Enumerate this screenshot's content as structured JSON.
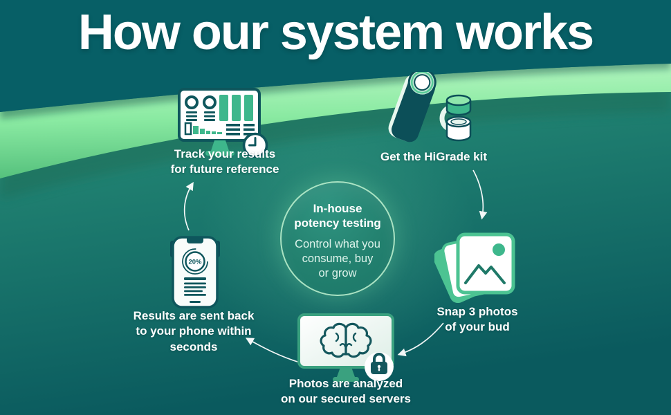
{
  "title": "How our system works",
  "center_circle": {
    "heading": "In-house\npotency testing",
    "body": "Control what you\nconsume, buy\nor grow"
  },
  "steps": [
    {
      "label": "Get the HiGrade kit",
      "icon": "higrade-kit-icon"
    },
    {
      "label": "Snap 3 photos\nof your bud",
      "icon": "photos-stack-icon"
    },
    {
      "label": "Photos are analyzed\non our secured servers",
      "icon": "secure-analysis-monitor-icon"
    },
    {
      "label": "Results are sent back\nto your phone within\nseconds",
      "icon": "phone-results-icon",
      "gauge_value": "20%"
    },
    {
      "label": "Track your results\nfor future reference",
      "icon": "dashboard-monitor-icon"
    }
  ],
  "colors": {
    "top-band": "#075f66",
    "wave-light": "#9bf0ad",
    "wave-deep": "#54c07c",
    "bg-top": "#4fae80",
    "bg-bottom": "#0a5a5e",
    "ink": "#0e565c",
    "accent-green": "#3eb78c",
    "text": "#ffffff"
  }
}
